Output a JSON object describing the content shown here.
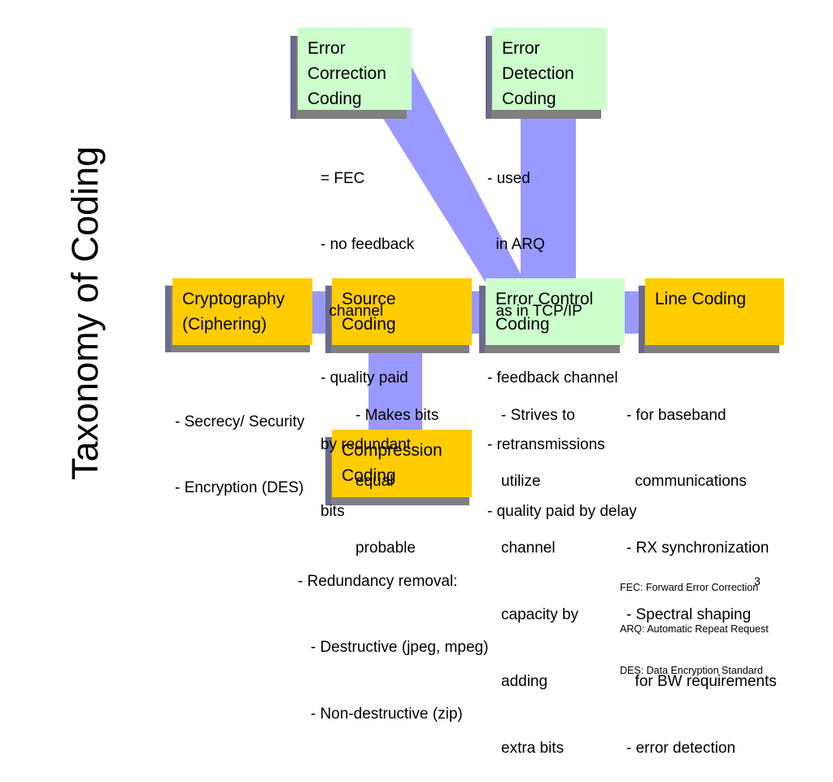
{
  "title": "Taxonomy of Coding",
  "page_number": "3",
  "colors": {
    "green_box": "#ccffcc",
    "yellow_box": "#ffcc00",
    "connector": "#9999ff",
    "shadow": "#808080"
  },
  "boxes": {
    "error_correction": {
      "lines": [
        "Error",
        "Correction",
        "Coding"
      ]
    },
    "error_detection": {
      "lines": [
        "Error",
        "Detection",
        "Coding"
      ]
    },
    "cryptography": {
      "lines": [
        "Cryptography",
        "(Ciphering)"
      ]
    },
    "source": {
      "lines": [
        "Source",
        "Coding"
      ]
    },
    "error_control": {
      "lines": [
        "Error Control",
        "Coding"
      ]
    },
    "line_coding": {
      "lines": [
        "Line Coding"
      ]
    },
    "compression": {
      "lines": [
        "Compression",
        "Coding"
      ]
    }
  },
  "notes": {
    "fec": [
      "= FEC",
      "- no feedback",
      "  channel",
      "- quality paid",
      "by redundant",
      "bits"
    ],
    "arq": [
      "- used",
      "  in ARQ",
      "  as in TCP/IP",
      "- feedback channel",
      "- retransmissions",
      "- quality paid by delay"
    ],
    "crypto": [
      "- Secrecy/ Security",
      "- Encryption (DES)"
    ],
    "source": [
      "- Makes bits",
      "equal",
      "probable"
    ],
    "error_control": [
      "- Strives to",
      "utilize",
      "channel",
      "capacity by",
      "adding",
      "extra bits"
    ],
    "line_coding": [
      "- for baseband",
      "  communications",
      "- RX synchronization",
      "- Spectral shaping",
      "  for BW requirements",
      "- error detection"
    ],
    "compression": [
      "- Redundancy removal:",
      "   - Destructive (jpeg, mpeg)",
      "   - Non-destructive (zip)"
    ]
  },
  "footnotes": [
    "FEC: Forward Error Correction",
    "ARQ: Automatic Repeat Request",
    "DES: Data Encryption Standard"
  ]
}
